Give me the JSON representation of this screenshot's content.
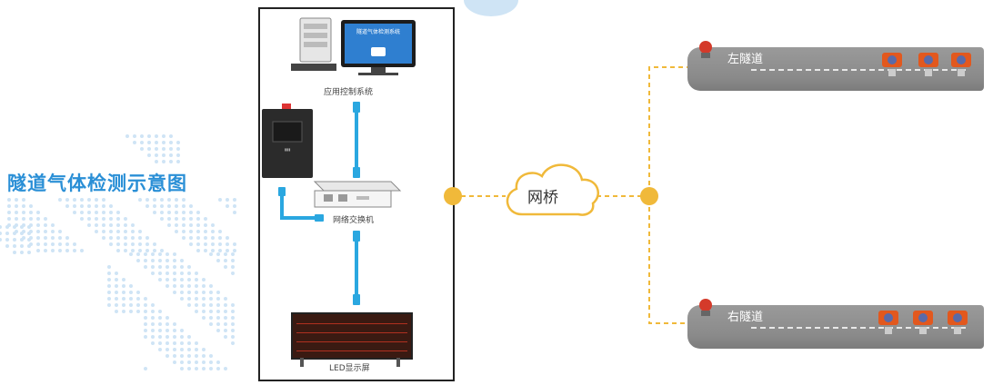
{
  "title": "隧道气体检测示意图",
  "nodes": {
    "app_control": "应用控制系统",
    "monitor_screen_text": "隧道气体检测系统",
    "switch": "网络交换机",
    "led": "LED显示屏",
    "cloud": "网桥",
    "tunnel_left": "左隧道",
    "tunnel_right": "右隧道"
  },
  "colors": {
    "accent": "#2a8fd6",
    "cable": "#2aa7e0",
    "connector": "#f0b93a",
    "tunnel": "#8c8c8c",
    "sensor": "#e2581e"
  }
}
